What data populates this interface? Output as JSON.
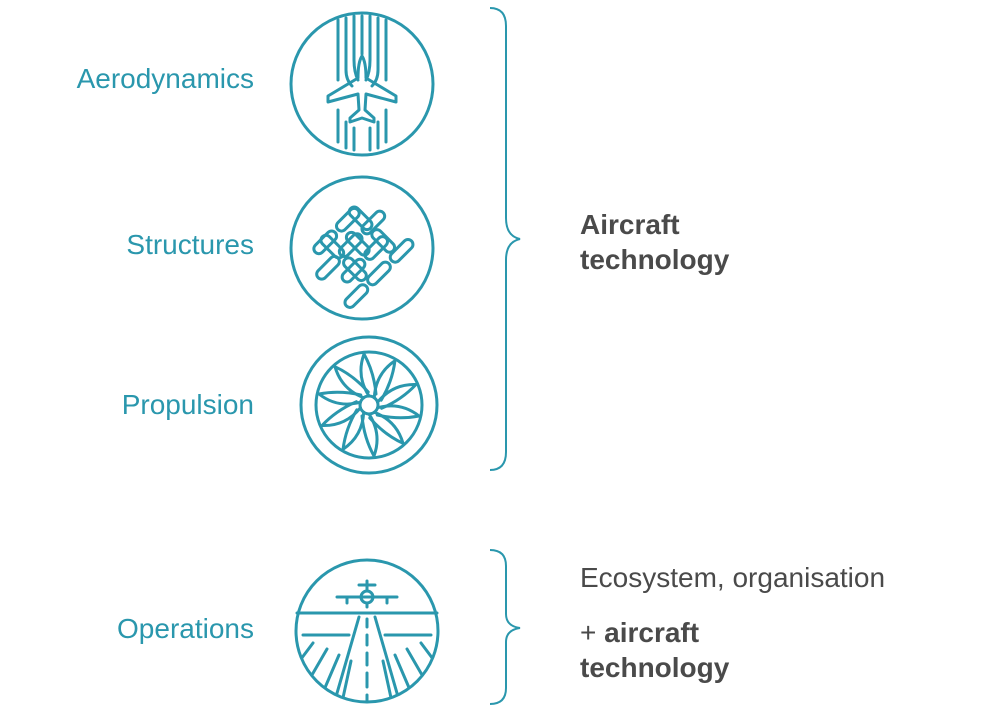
{
  "colors": {
    "teal": "#2a97ad",
    "text": "#4a4a4a"
  },
  "labels": {
    "aerodynamics": "Aerodynamics",
    "structures": "Structures",
    "propulsion": "Propulsion",
    "operations": "Operations"
  },
  "icons": {
    "aerodynamics": "airflow-plane-icon",
    "structures": "composite-weave-icon",
    "propulsion": "turbofan-icon",
    "operations": "runway-plane-icon"
  },
  "groups": {
    "aircraft": {
      "line1": "Aircraft",
      "line2": "technology"
    },
    "operations": {
      "line1": "Ecosystem, organisation",
      "line2_prefix": "+ ",
      "line2_bold": "aircraft",
      "line3": "technology"
    }
  }
}
